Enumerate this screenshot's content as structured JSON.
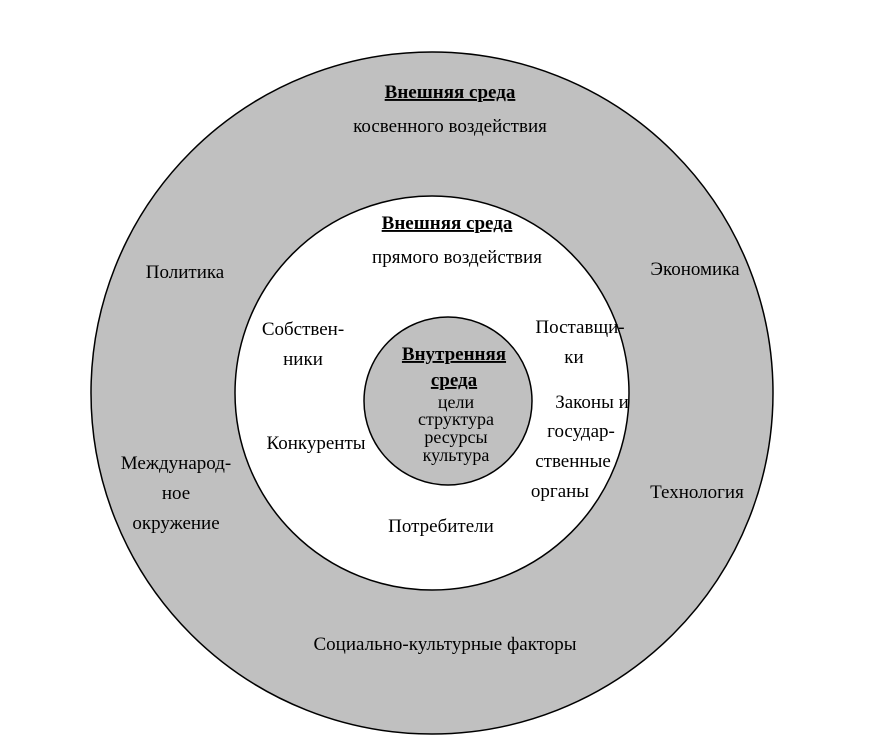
{
  "colors": {
    "ring": "#c0c0c0",
    "middle": "#ffffff",
    "core": "#c0c0c0",
    "stroke": "#000000"
  },
  "outer": {
    "title": "Внешняя среда",
    "subtitle": "косвенного воздействия",
    "factors": {
      "politics": "Политика",
      "economy": "Экономика",
      "international": [
        "Международ-",
        "ное",
        "окружение"
      ],
      "technology": "Технология",
      "social": "Социально-культурные факторы"
    }
  },
  "middle": {
    "title": "Внешняя среда",
    "subtitle": "прямого воздействия",
    "factors": {
      "owners": [
        "Собствен-",
        "ники"
      ],
      "suppliers": [
        "Поставщи-",
        "ки"
      ],
      "laws": [
        "Законы и",
        "государ-",
        "ственные",
        "органы"
      ],
      "competitors": "Конкуренты",
      "consumers": "Потребители"
    }
  },
  "inner": {
    "title": [
      "Внутренняя",
      "среда"
    ],
    "items": [
      "цели",
      "структура",
      "ресурсы",
      "культура"
    ]
  }
}
